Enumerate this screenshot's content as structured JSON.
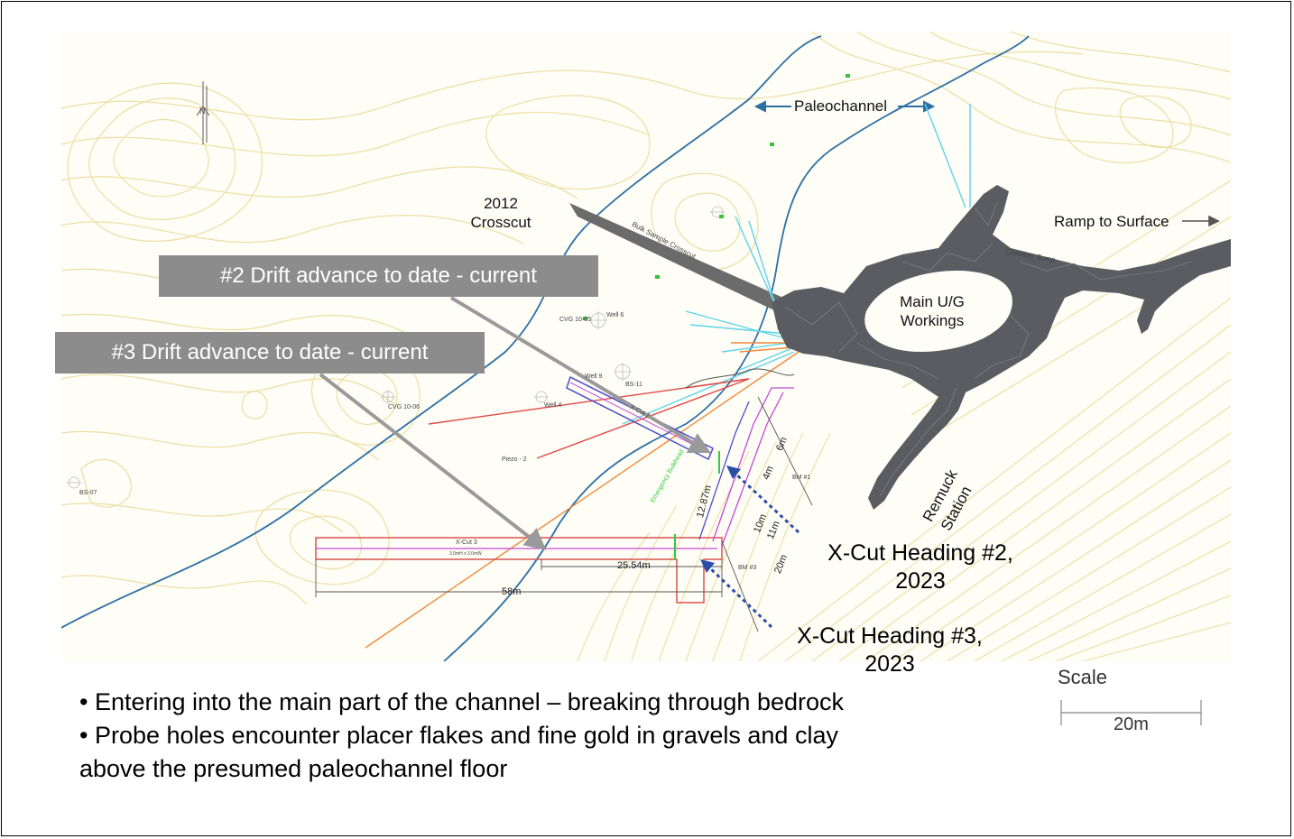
{
  "map": {
    "labels": {
      "paleochannel": "Paleochannel",
      "crosscut_2012": [
        "2012",
        "Crosscut"
      ],
      "ramp_to_surface": "Ramp to Surface",
      "main_workings": [
        "Main U/G",
        "Workings"
      ],
      "remuck_station": [
        "Remuck",
        "Station"
      ],
      "bulk_sample_crosscut": "Bulk Sample Crosscut",
      "chamber_sump": "Chamber Sump",
      "xcut3": "X-Cut 3",
      "xcut3_size": "3.0mH x 3.0mW",
      "xcut2": "X-Cut 2",
      "emergency_bulkhead": "Emergency Bulkhead",
      "bm_1": "BM #1",
      "bm_3": "BM #3",
      "cvg_10_06": "CVG 10-06",
      "cvg_10_05": "CVG 10-05",
      "probe_2": "Piezo - 2",
      "bs_07": "BS-07",
      "bs_11": "BS-11",
      "well_4": "Well 4",
      "well_6": "Well 6",
      "well_9": "Well 9",
      "north_symbol": "N"
    },
    "dimensions": {
      "d_58m": "58m",
      "d_25_54m": "25.54m",
      "d_12_87m": "12.87m",
      "d_6m": "6m",
      "d_4m": "4m",
      "d_10m": "10m",
      "d_11m": "11m",
      "d_20m": "20m"
    },
    "banners": {
      "drift2": "#2 Drift advance to date - current",
      "drift3": "#3 Drift advance to date - current"
    },
    "headings": {
      "heading2": [
        "X-Cut Heading #2,",
        "2023"
      ],
      "heading3": [
        "X-Cut Heading #3,",
        "2023"
      ]
    },
    "scale": {
      "title": "Scale",
      "value": "20m"
    },
    "colors": {
      "contour": "#ecdfa2",
      "paleochannel": "#2e6fa3",
      "workings": "#5a5c62",
      "banner": "#8c8c8c",
      "xcut_outline": "#d9534f",
      "xcut_center": "#c24ad6",
      "drift2_outline": "#4b4fc9",
      "arrow_blue": "#2a4ea8",
      "probe_orange": "#f08a3a",
      "probe_cyan": "#5fd4e8",
      "probe_red": "#e04848"
    }
  },
  "notes": {
    "bullets": [
      "• Entering into the main part of the channel – breaking through bedrock",
      "• Probe holes encounter placer flakes and fine gold in gravels and clay",
      "above the presumed paleochannel floor"
    ]
  }
}
